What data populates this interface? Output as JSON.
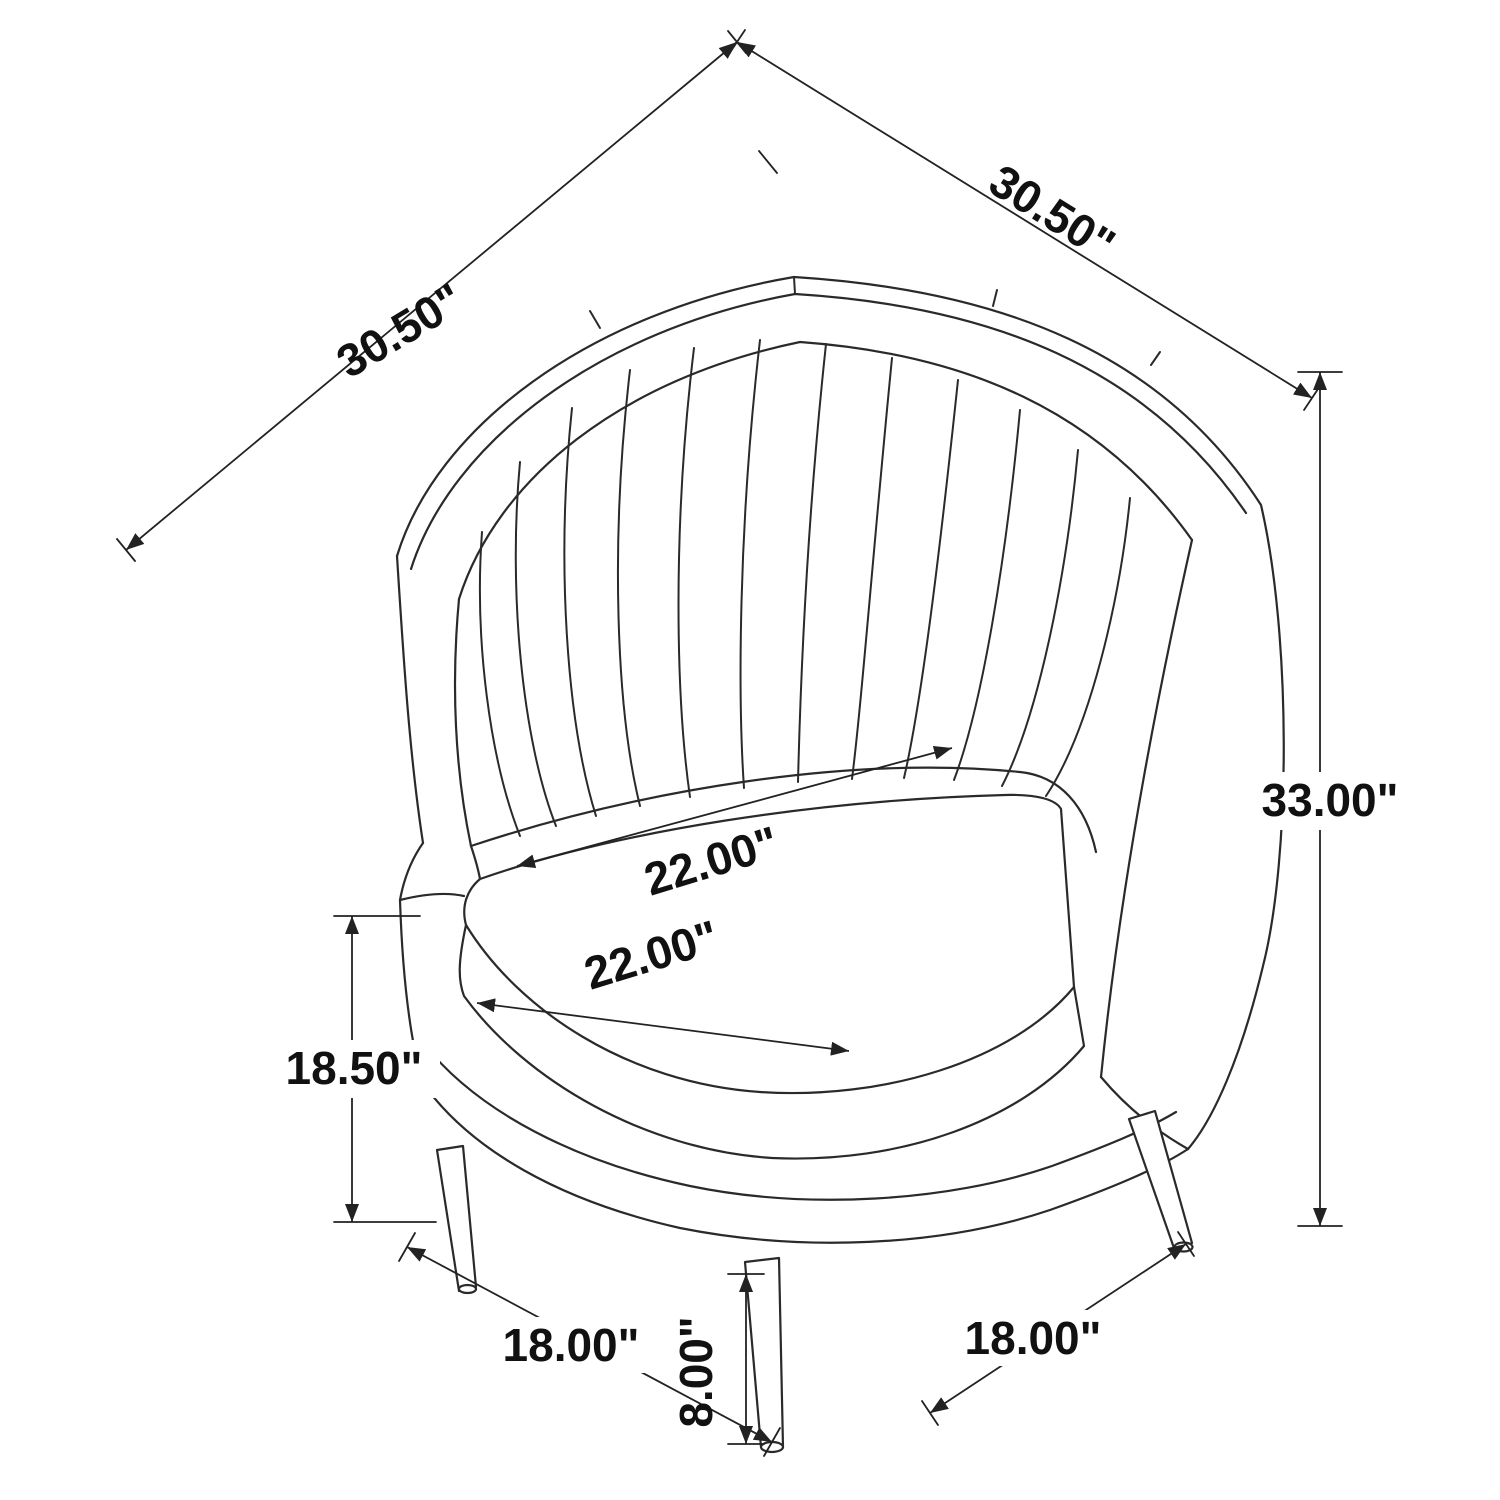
{
  "diagram": {
    "type": "furniture-dimension-drawing",
    "subject": "channel-tufted barrel accent chair with splayed legs",
    "dimensions": {
      "depth_top_left": "30.50\"",
      "width_top_right": "30.50\"",
      "overall_height": "33.00\"",
      "seat_depth": "22.00\"",
      "seat_width": "22.00\"",
      "seat_height": "18.50\"",
      "leg_span_left": "18.00\"",
      "leg_height": "8.00\"",
      "leg_span_right": "18.00\""
    },
    "colors": {
      "line": "#2a2a2a",
      "text": "#111111",
      "background": "#ffffff"
    }
  }
}
